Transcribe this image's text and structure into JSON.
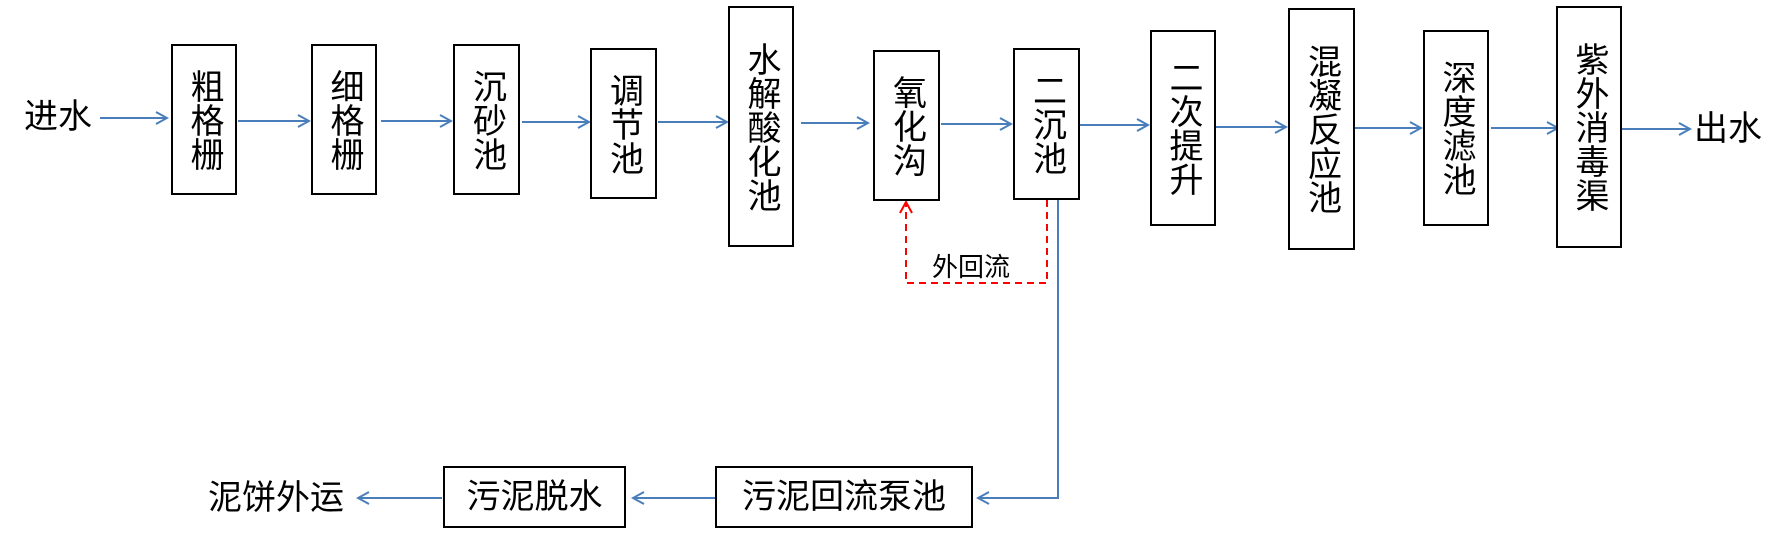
{
  "input_label": "进水",
  "output_label": "出水",
  "process_units": [
    {
      "id": "coarse-screen",
      "label": "粗格栅"
    },
    {
      "id": "fine-screen",
      "label": "细格栅"
    },
    {
      "id": "grit-chamber",
      "label": "沉砂池"
    },
    {
      "id": "equalization-tank",
      "label": "调节池"
    },
    {
      "id": "hydrolysis-acidification-tank",
      "label": "水解酸化池"
    },
    {
      "id": "oxidation-ditch",
      "label": "氧化沟"
    },
    {
      "id": "secondary-clarifier",
      "label": "二沉池"
    },
    {
      "id": "secondary-lift",
      "label": "二次提升"
    },
    {
      "id": "coagulation-reaction-tank",
      "label": "混凝反应池"
    },
    {
      "id": "deep-filter",
      "label": "深度滤池"
    },
    {
      "id": "uv-disinfection-channel",
      "label": "紫外消毒渠"
    }
  ],
  "sludge_units": [
    {
      "id": "sludge-return-pump-tank",
      "label": "污泥回流泵池"
    },
    {
      "id": "sludge-dewatering",
      "label": "污泥脱水"
    }
  ],
  "sludge_output_label": "泥饼外运",
  "recycle_label": "外回流",
  "colors": {
    "flow_line": "#4a7ebb",
    "recycle_line": "#ff0000",
    "box_border": "#000000"
  }
}
